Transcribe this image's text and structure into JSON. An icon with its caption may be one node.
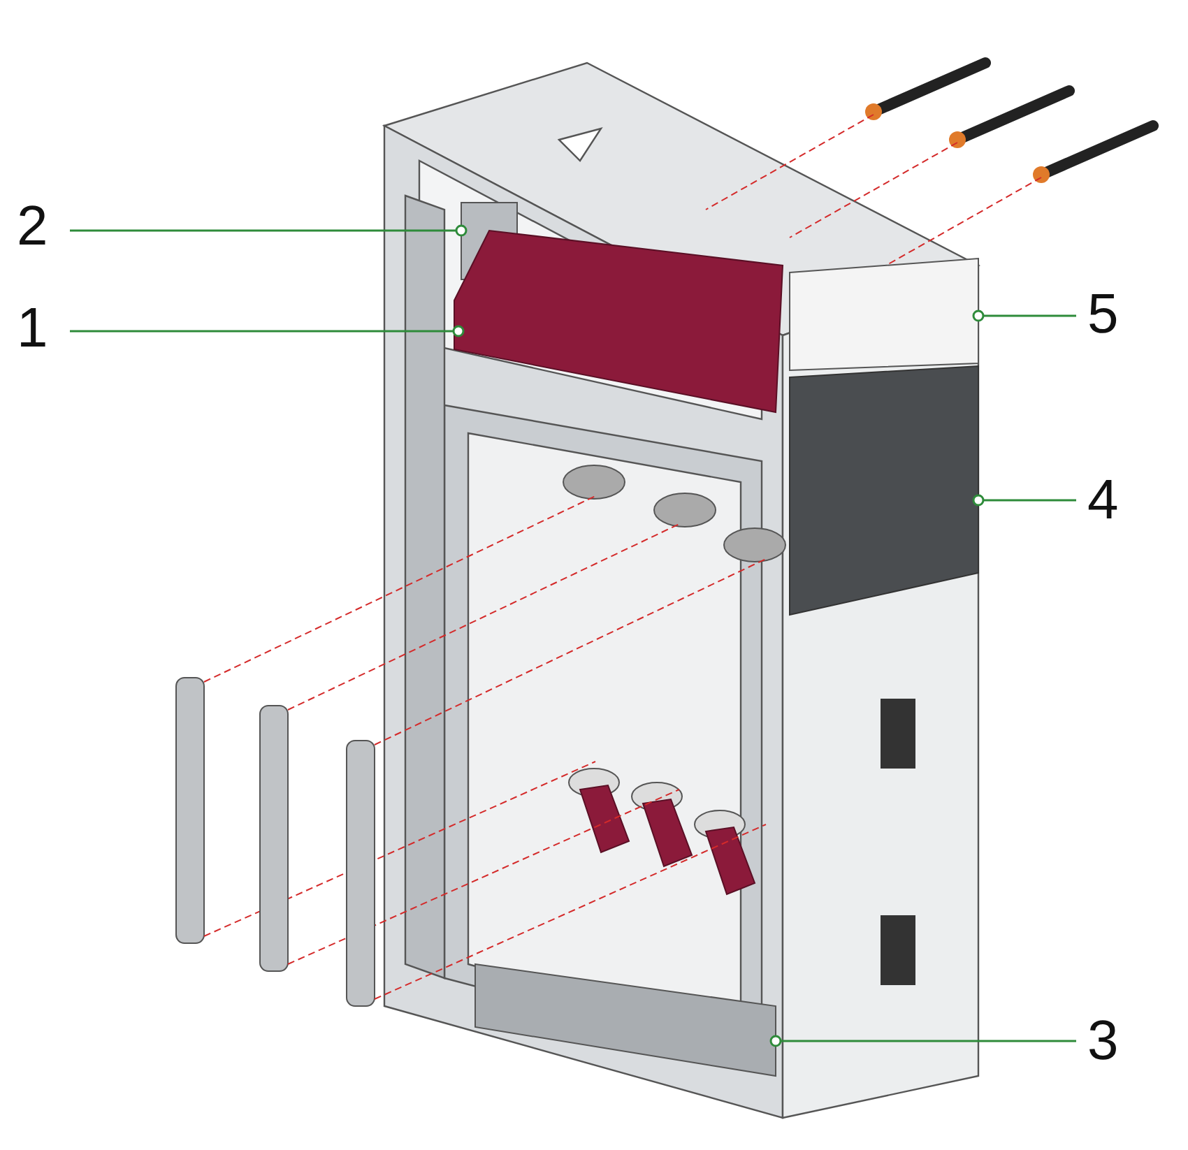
{
  "diagram": {
    "nodes": [
      {
        "text": [
          "2"
        ]
      },
      {
        "text": [
          "1"
        ]
      },
      {
        "text": [
          "5"
        ]
      },
      {
        "text": [
          "4"
        ]
      },
      {
        "text": [
          "3"
        ]
      },
      {
        "text": [],
        "shape": "box"
      },
      {
        "text": [],
        "shape": "box"
      },
      {
        "text": [],
        "shape": "box"
      },
      {
        "text": [],
        "shape": "box"
      },
      {
        "text": [],
        "shape": "box"
      }
    ],
    "edges": [
      {
        "from": 0,
        "to": 5,
        "arrow": "other"
      },
      {
        "from": 1,
        "to": 6,
        "arrow": "other"
      },
      {
        "from": 2,
        "to": 7,
        "arrow": "other"
      },
      {
        "from": 3,
        "to": 8,
        "arrow": "other"
      },
      {
        "from": 4,
        "to": 9,
        "arrow": "other"
      }
    ]
  }
}
